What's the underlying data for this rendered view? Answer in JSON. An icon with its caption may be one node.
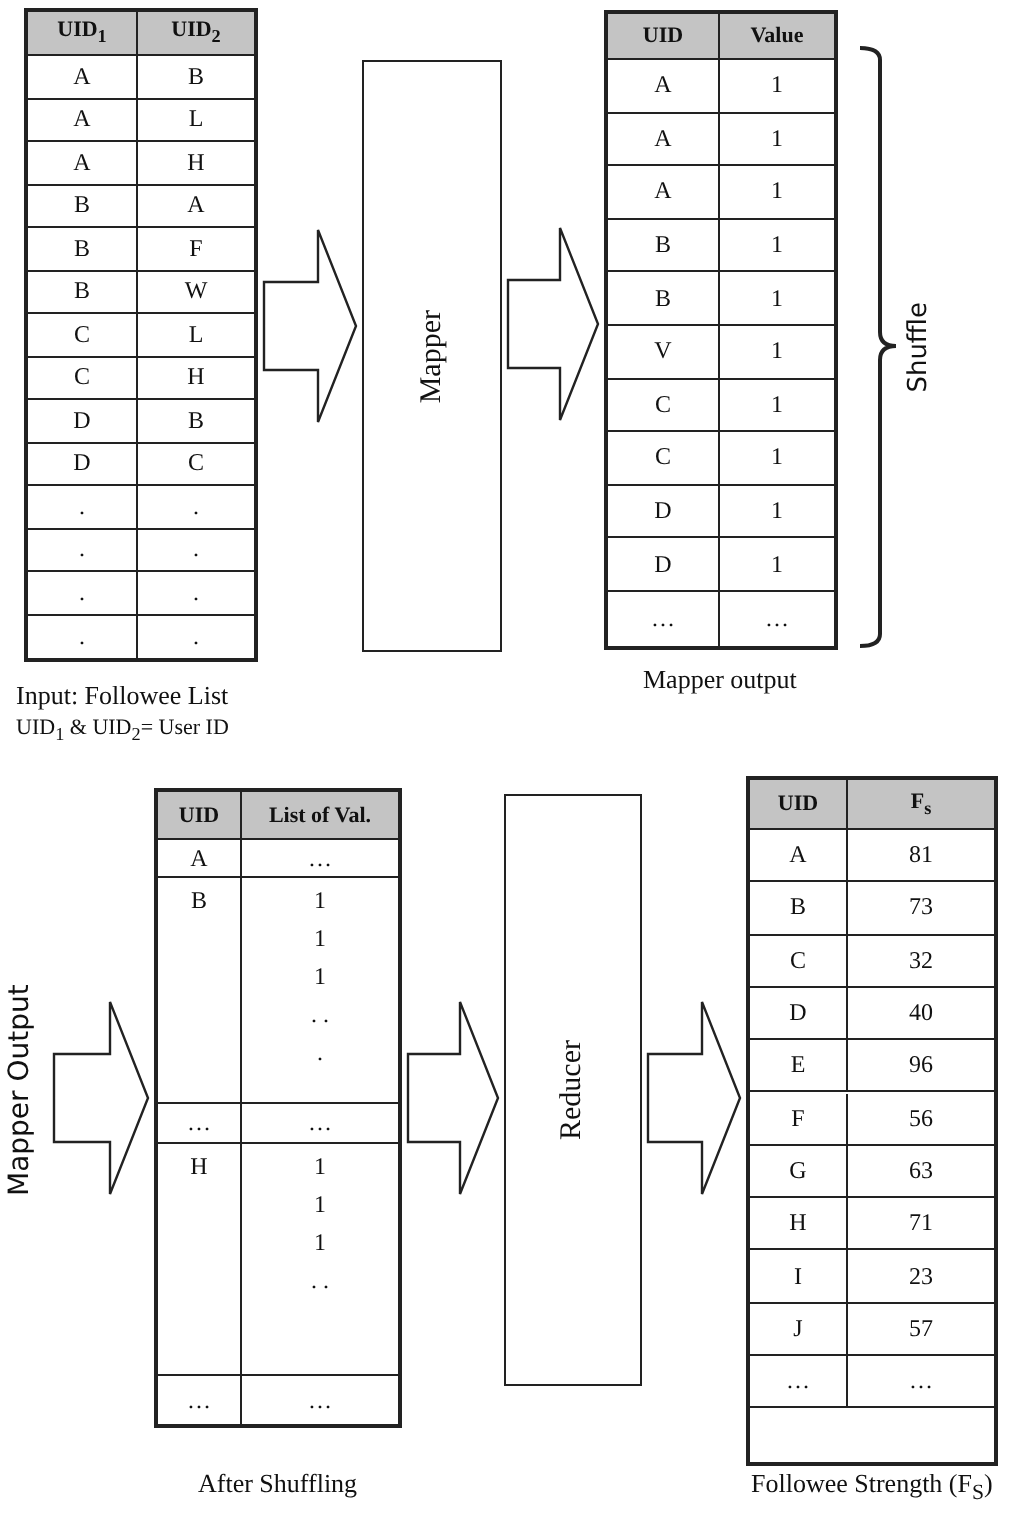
{
  "diagram": {
    "nodes": [
      {
        "text": [
          "UID$_{1}$",
          "UID$_{2}$",
          "A",
          "B",
          "A",
          "L",
          "A",
          "H",
          "B",
          "A",
          "B",
          "F",
          "B",
          "W",
          "C",
          "L",
          "C",
          "H",
          "D",
          "B",
          "D",
          "C",
          ".",
          ".",
          ".",
          ".",
          ".",
          ".",
          ".",
          "."
        ],
        "beside": [
          "Input: Followee List",
          "UID$_{1}$ & UID$_{2}$= User ID"
        ]
      },
      {
        "text": [
          "Mapper"
        ]
      },
      {
        "text": [
          "UID",
          "Value",
          "A",
          "1",
          "A",
          "1",
          "A",
          "1",
          "B",
          "1",
          "B",
          "1",
          "V",
          "1",
          "C",
          "1",
          "C",
          "1",
          "D",
          "1",
          "D",
          "1",
          "…",
          "…"
        ],
        "beside": [
          "Mapper output"
        ]
      },
      {
        "text": [
          "Mapper Output"
        ]
      },
      {
        "text": [
          "UID",
          "List of Val.",
          "A",
          "…",
          "B",
          "1 1 1 . . .",
          "…",
          "…",
          "H",
          "1 1 1 . .",
          "…",
          "…"
        ],
        "beside": [
          "After Shuffling"
        ]
      },
      {
        "text": [
          "Reducer"
        ]
      },
      {
        "text": [
          "UID",
          "F$_{s}$",
          "A",
          "81",
          "B",
          "73",
          "C",
          "32",
          "D",
          "40",
          "E",
          "96",
          "F",
          "56",
          "G",
          "63",
          "H",
          "71",
          "I",
          "23",
          "J",
          "57",
          "…",
          "…"
        ],
        "beside": [
          "Followee Strength (F$_{S}$)"
        ]
      }
    ],
    "edges": [
      {
        "from": 0,
        "to": 1,
        "arrow": "to"
      },
      {
        "from": 1,
        "to": 2,
        "arrow": "to"
      },
      {
        "from": 3,
        "to": 4,
        "arrow": "to"
      },
      {
        "from": 4,
        "to": 5,
        "arrow": "to"
      },
      {
        "from": 5,
        "to": 6,
        "arrow": "to"
      }
    ],
    "labels": [
      "Shuffle"
    ]
  }
}
